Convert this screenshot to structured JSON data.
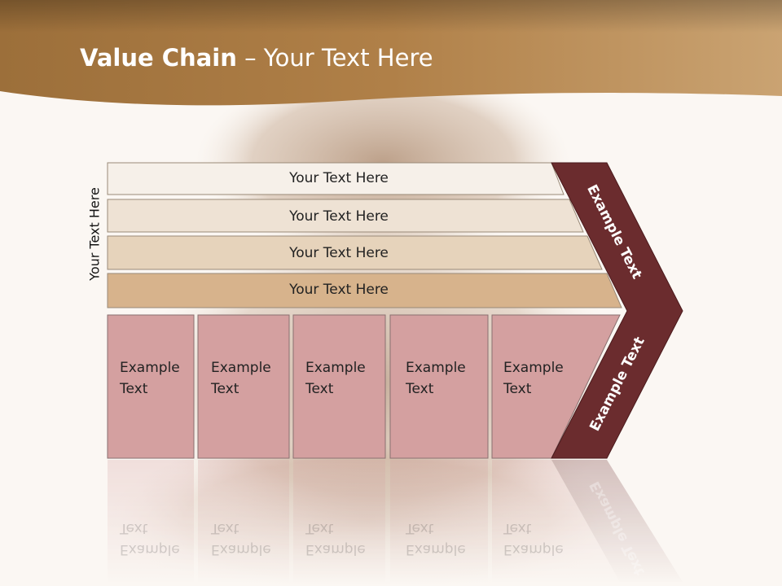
{
  "slide": {
    "title_bold": "Value Chain",
    "title_rest": " – Your Text Here",
    "side_label": "Your Text Here",
    "rows": [
      {
        "label": "Your Text Here"
      },
      {
        "label": "Your Text Here"
      },
      {
        "label": "Your Text Here"
      },
      {
        "label": "Your Text Here"
      }
    ],
    "boxes": [
      {
        "line1": "Example",
        "line2": "Text"
      },
      {
        "line1": "Example",
        "line2": "Text"
      },
      {
        "line1": "Example",
        "line2": "Text"
      },
      {
        "line1": "Example",
        "line2": "Text"
      },
      {
        "line1": "Example",
        "line2": "Text"
      }
    ],
    "chevron_upper": "Example Text",
    "chevron_lower": "Example Text"
  },
  "colors": {
    "header_brown": "#a5763e",
    "chevron_maroon": "#6b2c2e",
    "box_pink": "#d4a0a0",
    "row_fills": [
      "#f6f0e9",
      "#eee2d4",
      "#e6d3bb",
      "#d7b38c"
    ]
  }
}
